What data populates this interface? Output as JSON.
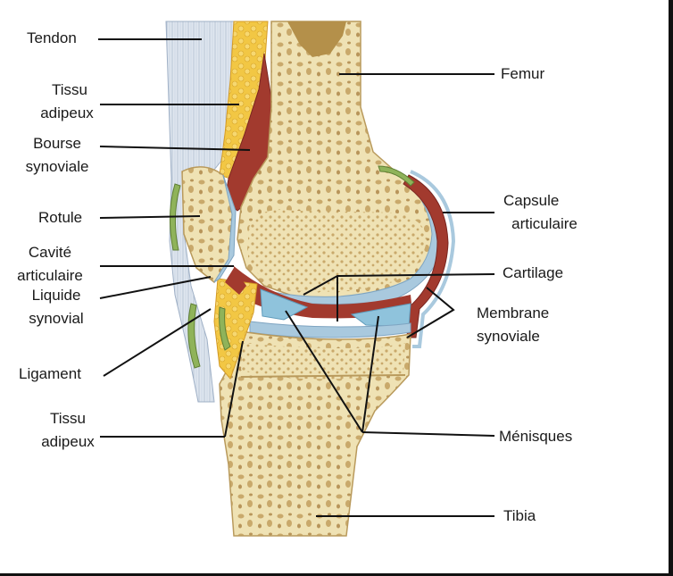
{
  "labels": {
    "tendon": "Tendon",
    "tissu_adipeux_top_1": "Tissu",
    "tissu_adipeux_top_2": "adipeux",
    "bourse_1": "Bourse",
    "bourse_2": "synoviale",
    "rotule": "Rotule",
    "cavite_1": "Cavité",
    "cavite_2": "articulaire",
    "liquide_1": "Liquide",
    "liquide_2": "synovial",
    "ligament": "Ligament",
    "tissu_adipeux_bottom_1": "Tissu",
    "tissu_adipeux_bottom_2": "adipeux",
    "femur": "Femur",
    "capsule_1": "Capsule",
    "capsule_2": "articulaire",
    "cartilage": "Cartilage",
    "membrane_1": "Membrane",
    "membrane_2": "synoviale",
    "menisques": "Ménisques",
    "tibia": "Tibia"
  },
  "colors": {
    "bone": "#efe2b4",
    "marrow": "#c9a96b",
    "cartilage": "#a9c9de",
    "synovial": "#a23a2e",
    "fat": "#f2c744",
    "tendon": "#c8d4e3",
    "ligament": "#8fb35a",
    "meniscus": "#8fc3dc",
    "line": "#111111"
  }
}
